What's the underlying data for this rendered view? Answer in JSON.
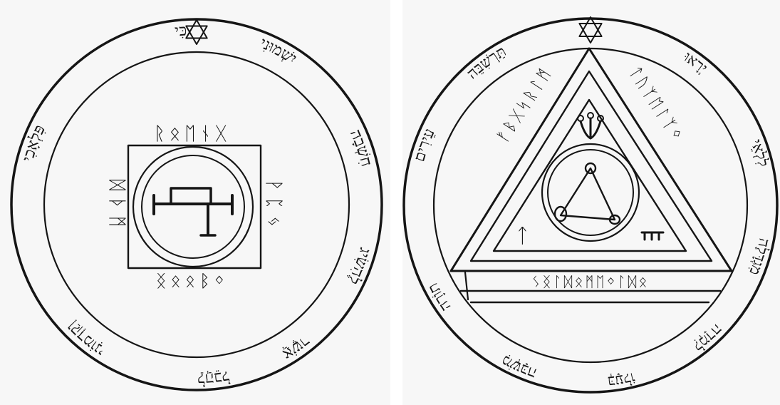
{
  "figure": {
    "colors": {
      "ink": "#151515",
      "paper": "#f7f7f7"
    },
    "left_pentacle": {
      "outer_ring_words": [
        {
          "id": "lw1",
          "text": "כִּי"
        },
        {
          "id": "lw2",
          "text": "יִשְׁמוּנִי"
        },
        {
          "id": "lw3",
          "text": "חִשְׁבָה"
        },
        {
          "id": "lw4",
          "text": "לֶהִשִׂיג"
        },
        {
          "id": "lw5",
          "text": "אֲשֶׁר"
        },
        {
          "id": "lw6",
          "text": "לַהֲבֵל"
        },
        {
          "id": "lw7",
          "text": "וְקַדְמוֹנִי"
        },
        {
          "id": "lw8",
          "text": "פִּלְאָכִי"
        }
      ],
      "square_top_glyphs": "ᚱᛟᛖᚾᚷ",
      "square_left_glyphs": "ᛞᚦᛗ",
      "square_right_glyphs": "ᚹᛈᛃ",
      "square_bottom_glyphs": "ᛝᛟᛟᛒᛜ",
      "star_icon": "star-of-david-icon",
      "center_sigil": "cross-sigil-icon"
    },
    "right_pentacle": {
      "outer_ring_words": [
        {
          "id": "rw1",
          "text": "תַּרְשִׁבֵּה"
        },
        {
          "id": "rw2",
          "text": "עֵירִים"
        },
        {
          "id": "rw3",
          "text": "תוֹרָה"
        },
        {
          "id": "rw4",
          "text": "מִשְׁבָּה"
        },
        {
          "id": "rw5",
          "text": "בְּעָלוֹ"
        },
        {
          "id": "rw6",
          "text": "לִמְדָה"
        },
        {
          "id": "rw7",
          "text": "מִגְדָּלָה"
        },
        {
          "id": "rw8",
          "text": "לִלְאֵי"
        },
        {
          "id": "rw9",
          "text": "יְרָאוּ"
        }
      ],
      "triangle_left_glyphs": "ᚠᛒᚷᛋᚱᛚᛗ",
      "triangle_right_glyphs": "ᛏᚢᛉᛖᛚᛉᛜ",
      "triangle_base_glyphs": "ᛊᛝᛚᛞᛟᛗᛖᛜᛚᛞᛟ",
      "star_icon": "star-of-david-icon",
      "center_sigil": "triangle-sigil-icon"
    }
  }
}
